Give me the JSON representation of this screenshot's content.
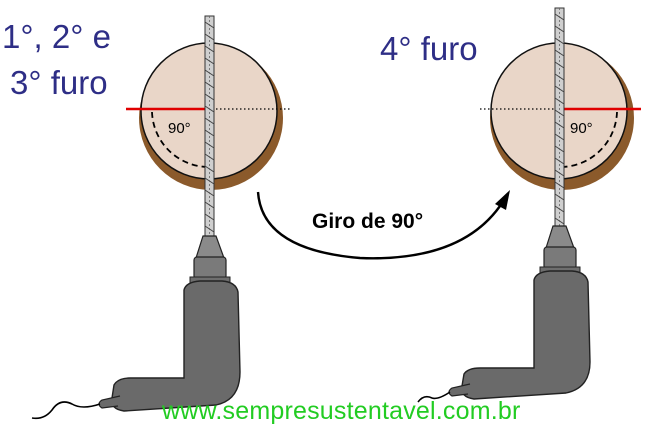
{
  "labels": {
    "left_line1": "1°, 2° e",
    "left_line2": "3° furo",
    "right": "4° furo",
    "left_angle": "90°",
    "right_angle": "90°",
    "rotation": "Giro de 90°",
    "website": "www.sempresustentavel.com.br"
  },
  "colors": {
    "title_text": "#2e2e86",
    "log_fill": "#e9d6c8",
    "bark": "#8b5a2b",
    "cut_line": "#e00000",
    "drill_body": "#6a6a6a",
    "website_text": "#22cc22"
  }
}
